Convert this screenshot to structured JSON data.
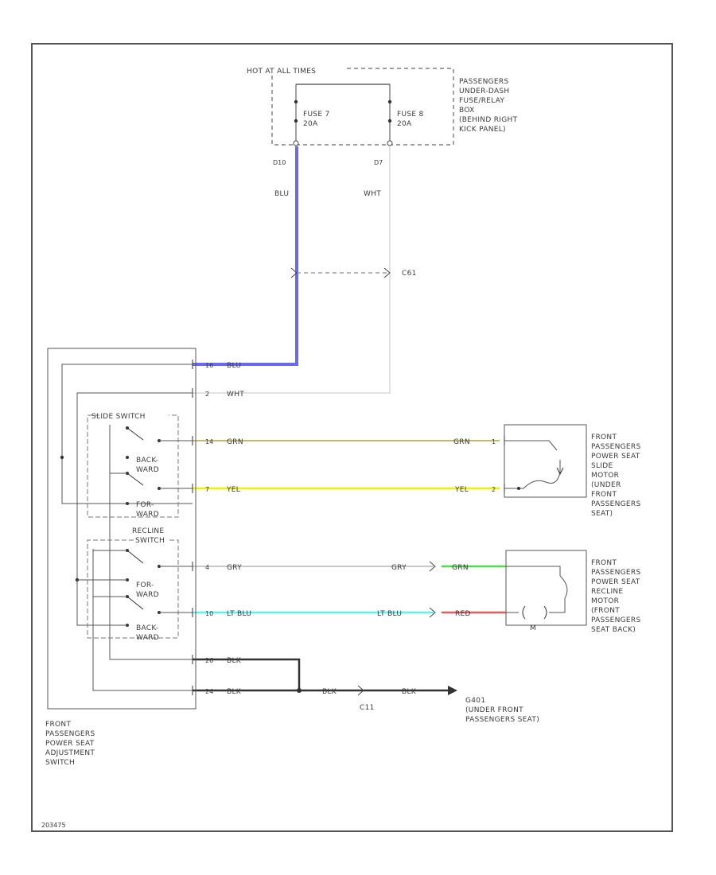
{
  "fuse_box": {
    "header": "HOT AT ALL TIMES",
    "fuse_left": [
      "FUSE 7",
      "20A"
    ],
    "fuse_right": [
      "FUSE 8",
      "20A"
    ],
    "location": [
      "PASSENGERS",
      "UNDER-DASH",
      "FUSE/RELAY",
      "BOX",
      "(BEHIND RIGHT",
      "KICK PANEL)"
    ],
    "pin_left": "D10",
    "pin_right": "D7"
  },
  "wires": {
    "blu": "BLU",
    "wht": "WHT",
    "grn": "GRN",
    "yel": "YEL",
    "gry": "GRY",
    "lt_blu": "LT BLU",
    "red": "RED",
    "blk": "BLK"
  },
  "connectors": {
    "c_right": "C61",
    "c_bottom": "C11"
  },
  "switch": {
    "slide_title": "SLIDE SWITCH",
    "back": [
      "BACK-",
      "WARD"
    ],
    "fwd": [
      "FOR-",
      "WARD"
    ],
    "recline_title": [
      "RECLINE",
      "SWITCH"
    ],
    "recline_fwd": [
      "FOR-",
      "WARD"
    ],
    "recline_back": [
      "BACK-",
      "WARD"
    ],
    "label": [
      "FRONT",
      "PASSENGERS",
      "POWER SEAT",
      "ADJUSTMENT",
      "SWITCH"
    ],
    "pins": [
      "16",
      "2",
      "14",
      "7",
      "4",
      "10",
      "26",
      "24"
    ]
  },
  "slide_motor": {
    "label": [
      "FRONT",
      "PASSENGERS",
      "POWER SEAT",
      "SLIDE",
      "MOTOR",
      "(UNDER",
      "FRONT",
      "PASSENGERS",
      "SEAT)"
    ],
    "pins": [
      "1",
      "2"
    ]
  },
  "recline_motor": {
    "label": [
      "FRONT",
      "PASSENGERS",
      "POWER SEAT",
      "RECLINE",
      "MOTOR",
      "(FRONT",
      "PASSENGERS",
      "SEAT BACK)"
    ],
    "marker": "M"
  },
  "ground": {
    "label": [
      "G401",
      "(UNDER FRONT",
      "PASSENGERS SEAT)"
    ]
  },
  "diagram_id": "203475",
  "colors": {
    "blu": "#6a6af0",
    "wht": "#cfcfcf",
    "grn_slide": "#c9b86a",
    "yel": "#f0f000",
    "gry": "#b5b5b5",
    "lt_blu": "#5ff0f0",
    "green": "#4fd94f",
    "red": "#e85a5a",
    "blk": "#333333"
  }
}
